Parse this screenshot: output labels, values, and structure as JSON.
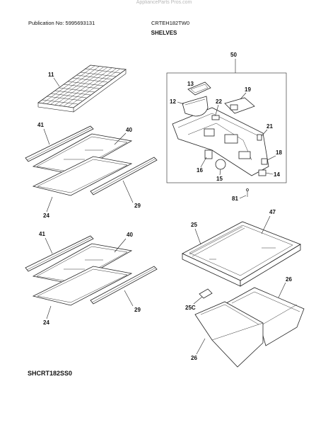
{
  "header": {
    "watermark": "ApplianceParts Pros.com",
    "publication": "Publication No: 5995693131",
    "model": "CRTEH182TW0",
    "section": "SHELVES"
  },
  "footer": {
    "model_code": "SHCRT182SS0"
  },
  "callouts": {
    "wire_shelf": "11",
    "shelf_frame_top": "41",
    "glass_top": "40",
    "trim_top": "29",
    "tray_top": "24",
    "shelf_frame_bottom": "41",
    "glass_bottom": "40",
    "trim_bottom": "29",
    "tray_bottom": "24",
    "assembly": "50",
    "handle": "13",
    "housing": "12",
    "module": "19",
    "connector": "22",
    "clip": "21",
    "bracket": "18",
    "knob": "16",
    "ball": "15",
    "foot": "14",
    "screw": "81",
    "crisper_cover_glass": "47",
    "crisper_cover_frame": "25",
    "slider": "25C",
    "drawer_right": "26",
    "drawer_left": "26"
  }
}
